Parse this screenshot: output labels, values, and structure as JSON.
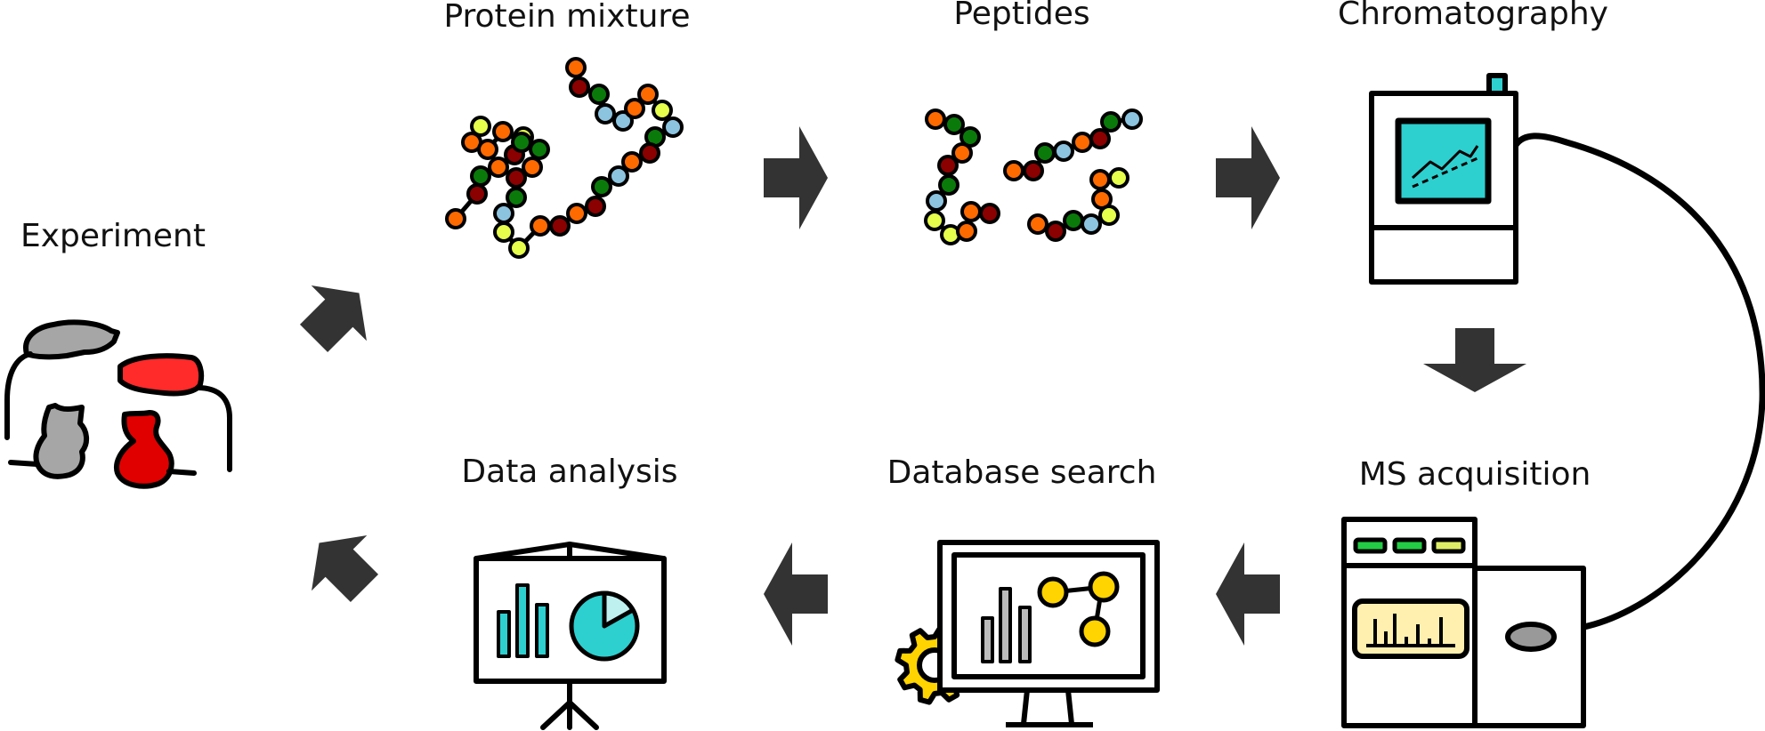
{
  "steps": {
    "experiment": "Experiment",
    "protein_mixture": "Protein mixture",
    "peptides": "Peptides",
    "chromatography": "Chromatography",
    "ms_acquisition": "MS acquisition",
    "database_search": "Database search",
    "data_analysis": "Data analysis"
  },
  "colors": {
    "arrow": "#333333",
    "orange": "#ff6a00",
    "dark_green": "#0a7a0a",
    "dark_red": "#8b0000",
    "light_blue": "#8cc4e0",
    "yellow_green": "#e6ff4d",
    "teal": "#2ecfcf",
    "mouse_gray": "#a6a6a6",
    "mouse_red": "#ff2a2a",
    "gear_yellow": "#ffd400",
    "spectrum_bg": "#fff0b0",
    "led_green": "#22cc44",
    "led_yellow": "#ddee66"
  },
  "icons": {
    "experiment": "mice-icon",
    "protein_mixture": "protein-chain-icon",
    "peptides": "peptide-fragments-icon",
    "chromatography": "chromatography-instrument-icon",
    "ms_acquisition": "mass-spectrometer-icon",
    "database_search": "monitor-gear-icon",
    "data_analysis": "presentation-board-icon"
  }
}
